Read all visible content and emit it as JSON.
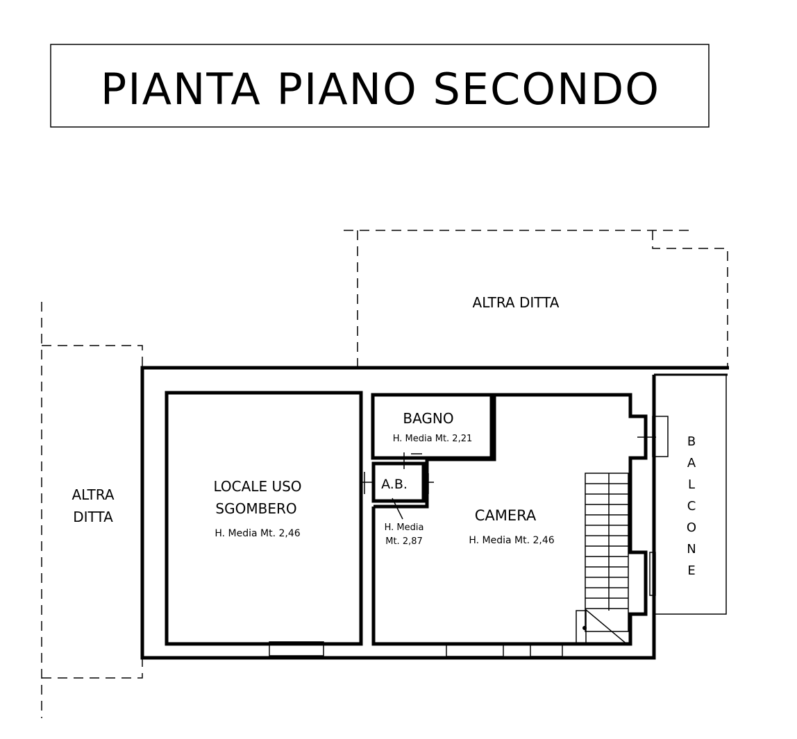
{
  "title": "PIANTA PIANO SECONDO",
  "neighbors": {
    "top": "ALTRA DITTA",
    "left_line1": "ALTRA",
    "left_line2": "DITTA"
  },
  "rooms": {
    "locale": {
      "line1": "LOCALE USO",
      "line2": "SGOMBERO",
      "height": "H. Media Mt. 2,46"
    },
    "bagno": {
      "name": "BAGNO",
      "height": "H. Media Mt. 2,21"
    },
    "ab": {
      "name": "A.B.",
      "height_line1": "H. Media",
      "height_line2": "Mt. 2,87"
    },
    "camera": {
      "name": "CAMERA",
      "height": "H. Media Mt. 2,46"
    },
    "balcone": {
      "letters": [
        "B",
        "A",
        "L",
        "C",
        "O",
        "N",
        "E"
      ]
    }
  }
}
